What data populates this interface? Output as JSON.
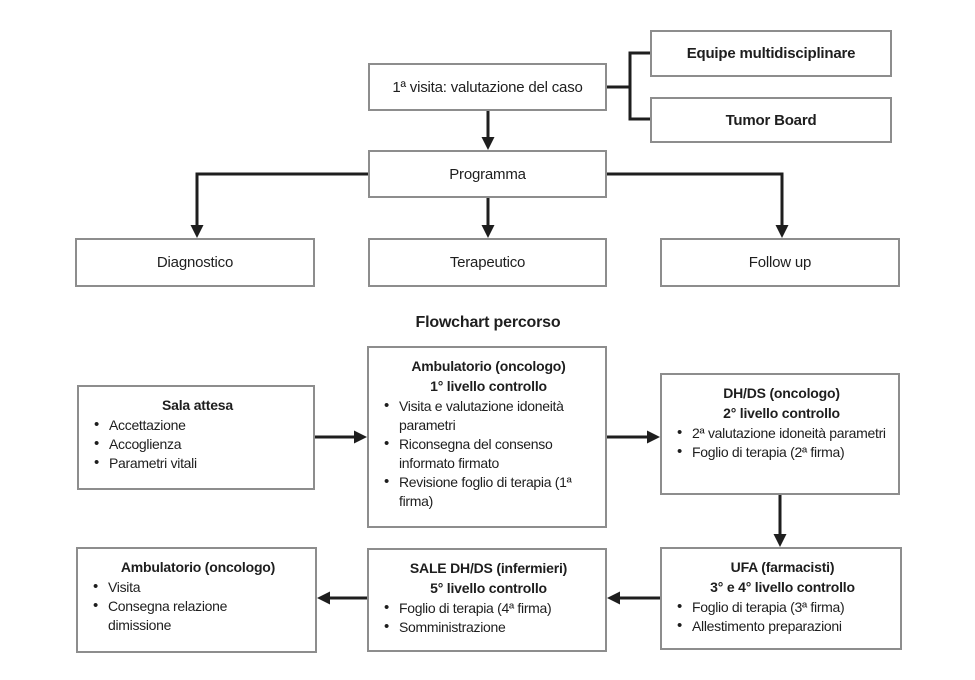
{
  "colors": {
    "background": "#ffffff",
    "border": "#8d8d8d",
    "text": "#1e1e1e",
    "arrow": "#1e1e1e"
  },
  "top_flow": {
    "first_visit": "1ª visita: valutazione del caso",
    "equipe": "Equipe multidisciplinare",
    "tumor_board": "Tumor Board",
    "programma": "Programma",
    "diagnostico": "Diagnostico",
    "terapeutico": "Terapeutico",
    "follow_up": "Follow up"
  },
  "section_title": "Flowchart percorso",
  "path_flow": {
    "sala_attesa": {
      "title": "Sala attesa",
      "bullets": [
        "Accettazione",
        "Accoglienza",
        "Parametri vitali"
      ]
    },
    "ambulatorio_1": {
      "title_line1": "Ambulatorio (oncologo)",
      "title_line2": "1° livello controllo",
      "bullets": [
        "Visita e valutazione idoneità parametri",
        "Riconsegna del consenso informato firmato",
        "Revisione foglio di terapia (1ª firma)"
      ]
    },
    "dh_ds": {
      "title_line1": "DH/DS (oncologo)",
      "title_line2": "2° livello controllo",
      "bullets": [
        "2ª valutazione idoneità parametri",
        "Foglio di terapia (2ª firma)"
      ]
    },
    "ufa": {
      "title_line1": "UFA (farmacisti)",
      "title_line2": "3° e 4° livello controllo",
      "bullets": [
        "Foglio di terapia (3ª firma)",
        "Allestimento preparazioni"
      ]
    },
    "sale_dh_ds": {
      "title_line1": "SALE DH/DS (infermieri)",
      "title_line2": "5° livello controllo",
      "bullets": [
        "Foglio di terapia (4ª firma)",
        "Somministrazione"
      ]
    },
    "ambulatorio_2": {
      "title": "Ambulatorio (oncologo)",
      "bullets": [
        "Visita",
        "Consegna relazione dimissione"
      ]
    }
  }
}
